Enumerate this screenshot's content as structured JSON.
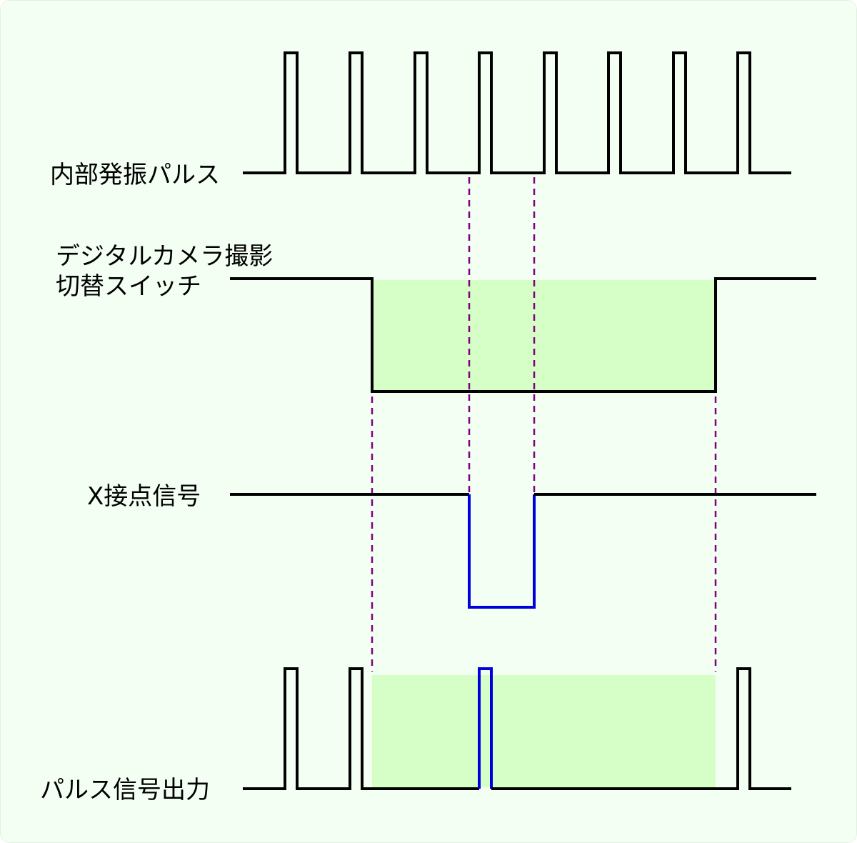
{
  "colors": {
    "background": "#f4fff4",
    "waveform": "#000000",
    "highlight_wave": "#0000dd",
    "shaded_region": "#d6ffc8",
    "guide_line": "#800080"
  },
  "signals": {
    "internal_pulse": {
      "label": "内部発振パルス"
    },
    "camera_switch": {
      "label_line1": "デジタルカメラ撮影",
      "label_line2": "切替スイッチ"
    },
    "x_contact": {
      "label": "X接点信号"
    },
    "pulse_output": {
      "label": "パルス信号出力"
    }
  }
}
